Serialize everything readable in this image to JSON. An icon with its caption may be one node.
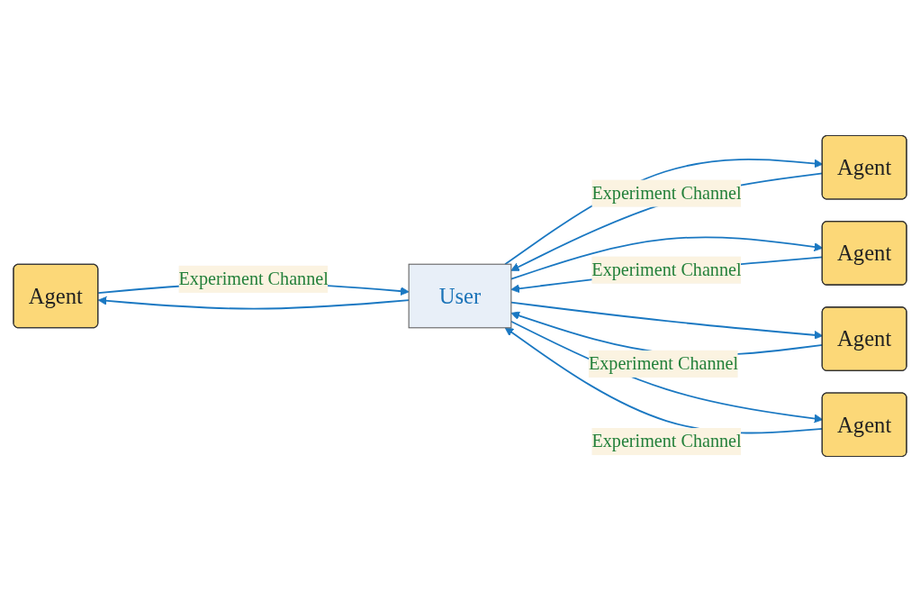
{
  "diagram": {
    "nodes": [
      {
        "text": [
          "Agent"
        ]
      },
      {
        "text": [
          "Agent"
        ]
      },
      {
        "text": [
          "Agent"
        ]
      },
      {
        "text": [
          "Agent"
        ]
      },
      {
        "text": [
          "Agent"
        ]
      },
      {
        "text": [
          "User"
        ]
      }
    ],
    "edges": [
      {
        "from": 0,
        "to": 5,
        "arrow": "to",
        "label": "Experiment Channel"
      },
      {
        "from": 5,
        "to": 0,
        "arrow": "to"
      },
      {
        "from": 1,
        "to": 5,
        "arrow": "to",
        "label": "Experiment Channel"
      },
      {
        "from": 5,
        "to": 1,
        "arrow": "to"
      },
      {
        "from": 2,
        "to": 5,
        "arrow": "to",
        "label": "Experiment Channel"
      },
      {
        "from": 5,
        "to": 2,
        "arrow": "to"
      },
      {
        "from": 3,
        "to": 5,
        "arrow": "to",
        "label": "Experiment Channel"
      },
      {
        "from": 5,
        "to": 3,
        "arrow": "to"
      },
      {
        "from": 4,
        "to": 5,
        "arrow": "to",
        "label": "Experiment Channel"
      },
      {
        "from": 5,
        "to": 4,
        "arrow": "to"
      }
    ]
  }
}
